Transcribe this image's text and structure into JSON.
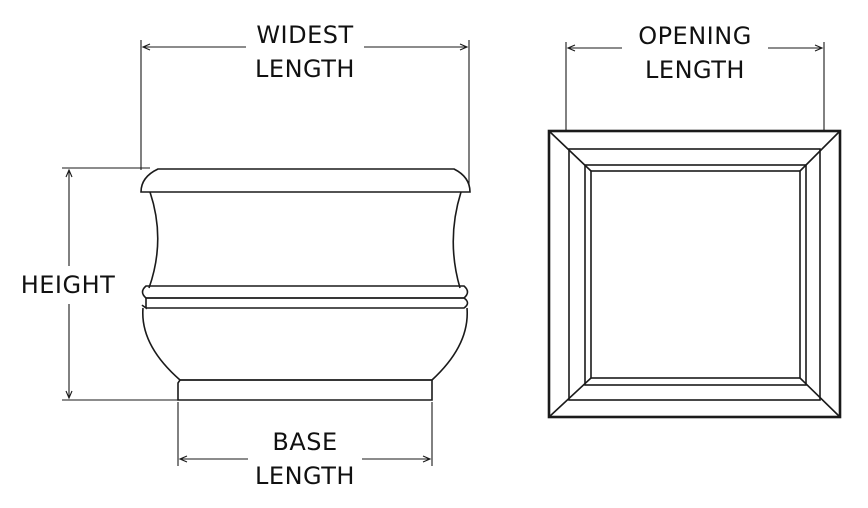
{
  "labels": {
    "widest_line1": "WIDEST",
    "widest_line2": "LENGTH",
    "opening_line1": "OPENING",
    "opening_line2": "LENGTH",
    "height": "HEIGHT",
    "base_line1": "BASE",
    "base_line2": "LENGTH"
  },
  "colors": {
    "stroke": "#1a1a1a",
    "text": "#111111",
    "background": "#ffffff"
  }
}
